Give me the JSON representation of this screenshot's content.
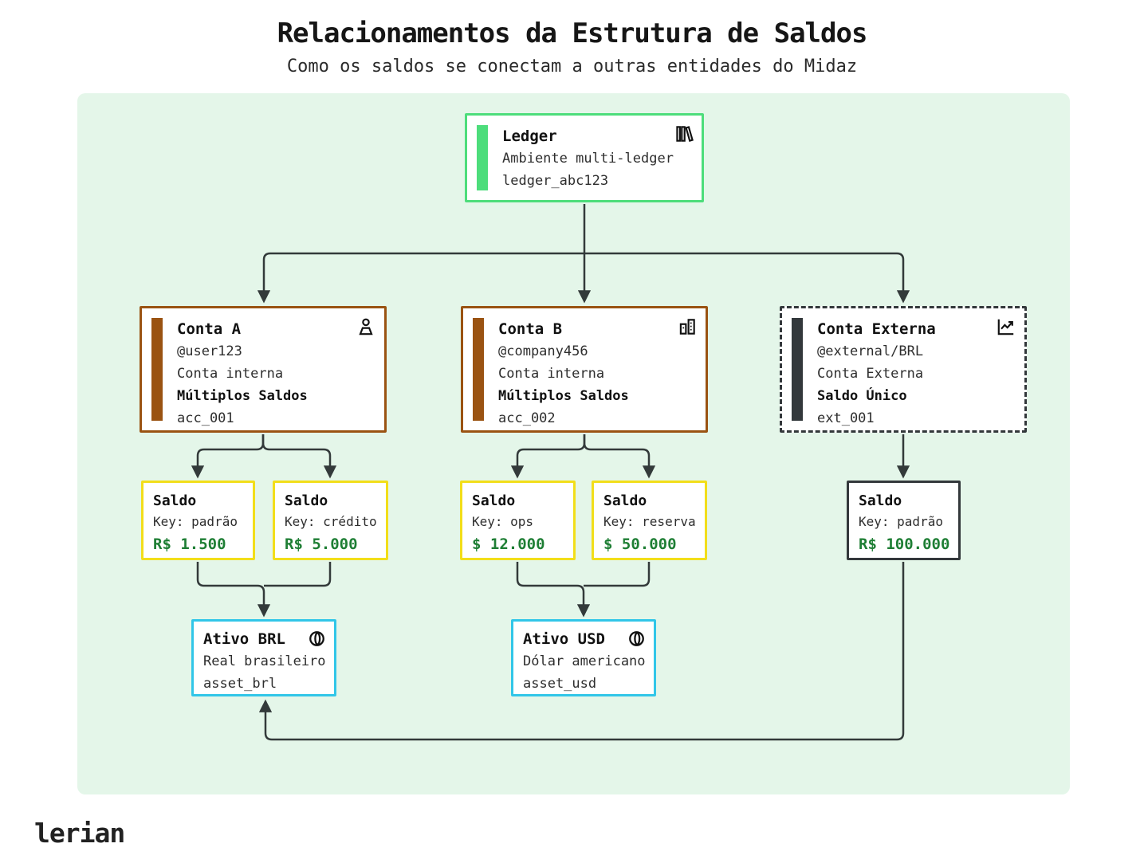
{
  "header": {
    "title": "Relacionamentos da Estrutura de Saldos",
    "subtitle": "Como os saldos se conectam a outras entidades do Midaz"
  },
  "diagram": {
    "ledger": {
      "title": "Ledger",
      "line1": "Ambiente multi-ledger",
      "line2": "ledger_abc123",
      "icon": "books-icon"
    },
    "accounts": [
      {
        "title": "Conta A",
        "handle": "@user123",
        "type": "Conta interna",
        "mode": "Múltiplos Saldos",
        "code": "acc_001",
        "icon": "person-icon",
        "border_style": "solid-brown"
      },
      {
        "title": "Conta B",
        "handle": "@company456",
        "type": "Conta interna",
        "mode": "Múltiplos Saldos",
        "code": "acc_002",
        "icon": "building-icon",
        "border_style": "solid-brown"
      },
      {
        "title": "Conta Externa",
        "handle": "@external/BRL",
        "type": "Conta Externa",
        "mode": "Saldo Único",
        "code": "ext_001",
        "icon": "chart-up-icon",
        "border_style": "dashed-dark"
      }
    ],
    "balances": [
      {
        "title": "Saldo",
        "key_label": "Key: padrão",
        "amount": "R$ 1.500",
        "parent": "Conta A"
      },
      {
        "title": "Saldo",
        "key_label": "Key: crédito",
        "amount": "R$ 5.000",
        "parent": "Conta A"
      },
      {
        "title": "Saldo",
        "key_label": "Key: ops",
        "amount": "$ 12.000",
        "parent": "Conta B"
      },
      {
        "title": "Saldo",
        "key_label": "Key: reserva",
        "amount": "$ 50.000",
        "parent": "Conta B"
      },
      {
        "title": "Saldo",
        "key_label": "Key: padrão",
        "amount": "R$ 100.000",
        "parent": "Conta Externa"
      }
    ],
    "assets": [
      {
        "title": "Ativo BRL",
        "desc": "Real brasileiro",
        "code": "asset_brl",
        "icon": "coin-icon"
      },
      {
        "title": "Ativo USD",
        "desc": "Dólar americano",
        "code": "asset_usd",
        "icon": "coin-icon"
      }
    ]
  },
  "footer": {
    "logo": "lerian"
  },
  "colors": {
    "panel_bg": "#e4f6e9",
    "ledger_green": "#4ddd7b",
    "account_brown": "#9a5312",
    "external_dark": "#33383b",
    "balance_yellow": "#f2de1a",
    "asset_cyan": "#31c6e8",
    "money_green": "#1e7e34",
    "arrow": "#333a3a"
  }
}
